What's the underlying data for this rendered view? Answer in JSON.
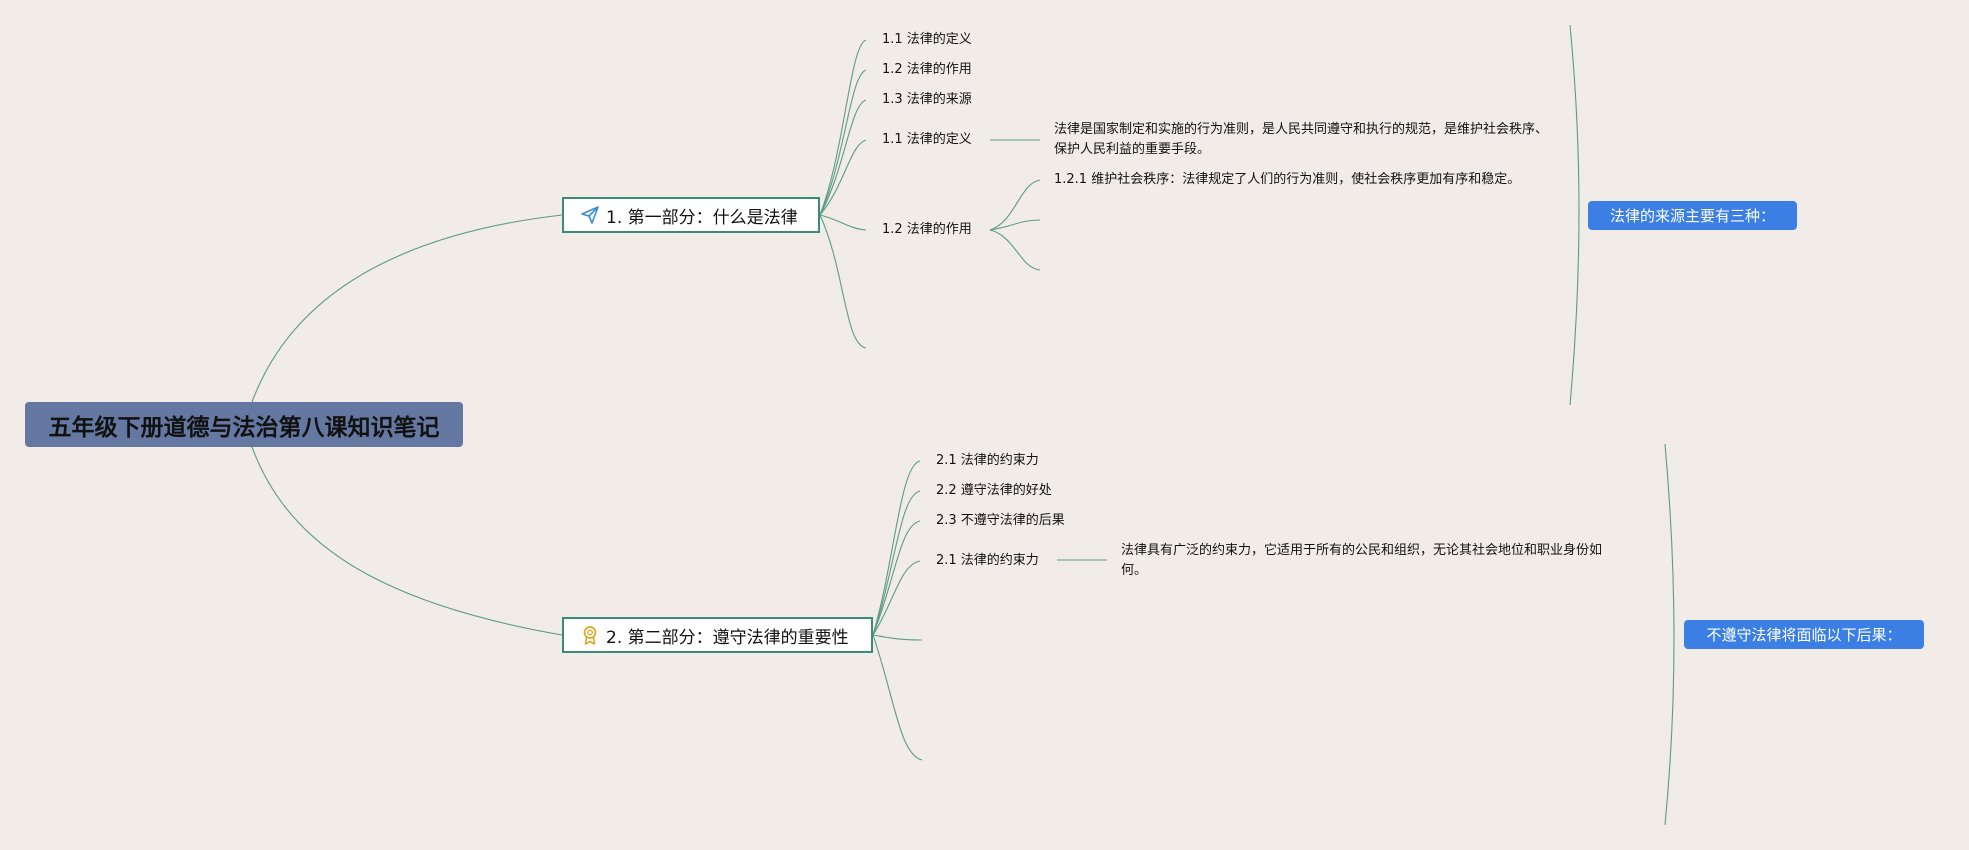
{
  "colors": {
    "background": "#f1ece8",
    "root_fill": "#6478a2",
    "branch_border": "#3d8a78",
    "link": "#5e9b86",
    "callout_fill": "#3b7fe4"
  },
  "root": {
    "label": "五年级下册道德与法治第八课知识笔记"
  },
  "part1": {
    "icon": "paper-plane-icon",
    "label": "1. 第一部分：什么是法律",
    "subtopics": [
      "1.1 法律的定义",
      "1.2 法律的作用",
      "1.3 法律的来源"
    ],
    "definition": {
      "title": "1.1 法律的定义",
      "text": "法律是国家制定和实施的行为准则，是人民共同遵守和执行的规范，是维护社会秩序、保护人民利益的重要手段。"
    },
    "role": {
      "title": "1.2 法律的作用",
      "points": [
        "1.2.1 维护社会秩序：法律规定了人们的行为准则，使社会秩序更加有序和稳定。"
      ]
    },
    "sources_callout": "法律的来源主要有三种："
  },
  "part2": {
    "icon": "award-ribbon-icon",
    "label": "2. 第二部分：遵守法律的重要性",
    "subtopics": [
      "2.1 法律的约束力",
      "2.2 遵守法律的好处",
      "2.3 不遵守法律的后果"
    ],
    "binding": {
      "title": "2.1 法律的约束力",
      "text": "法律具有广泛的约束力，它适用于所有的公民和组织，无论其社会地位和职业身份如何。"
    },
    "consequences_callout": "不遵守法律将面临以下后果："
  }
}
